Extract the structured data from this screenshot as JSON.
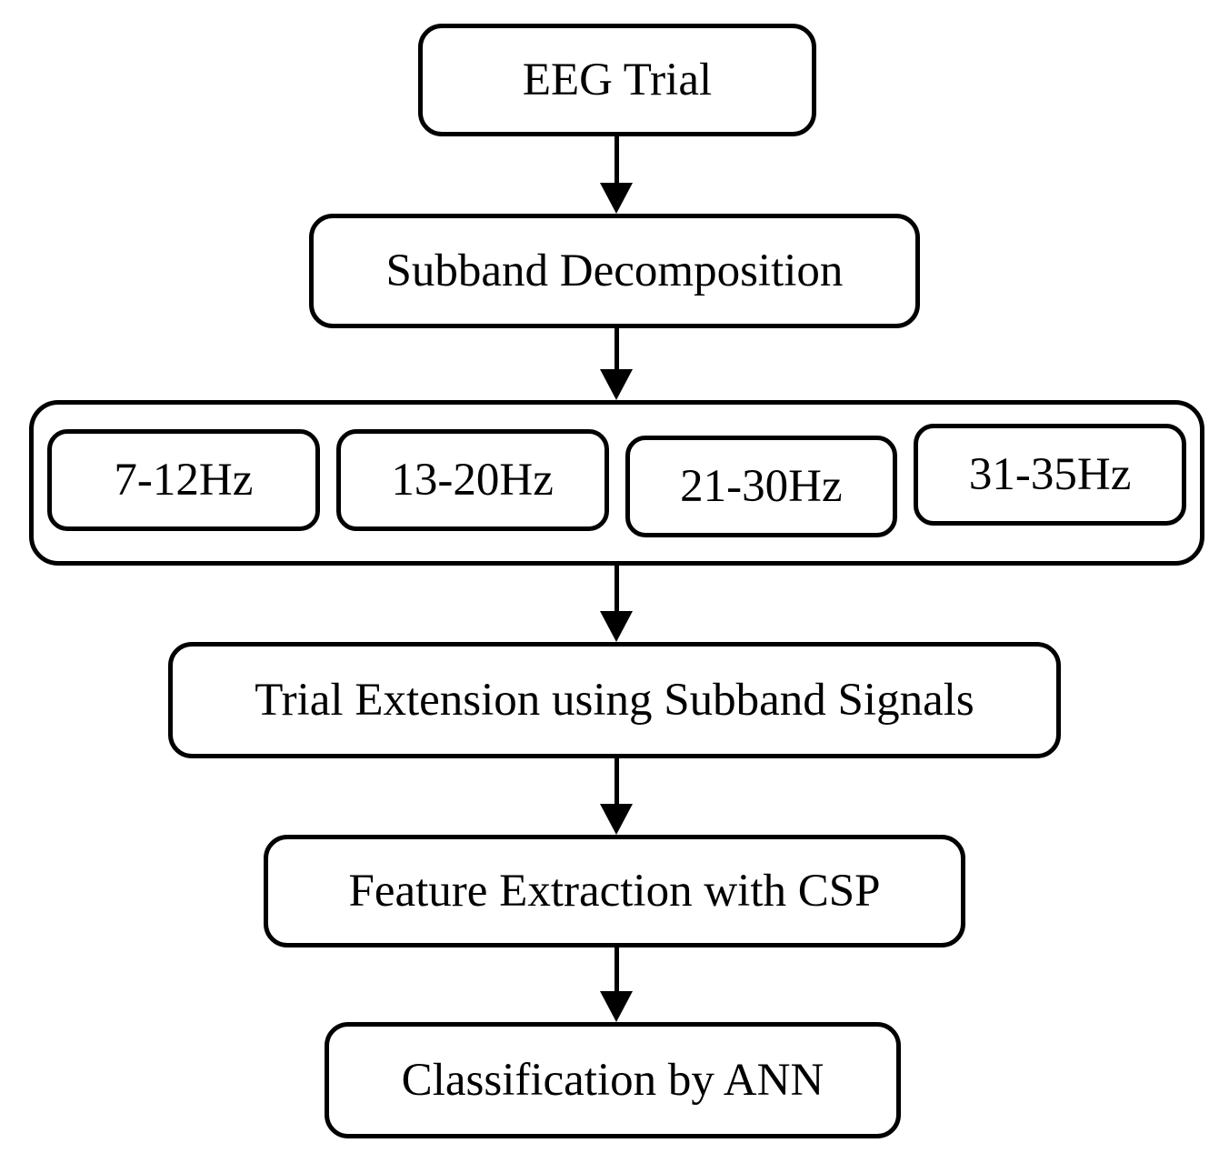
{
  "diagram": {
    "colors": {
      "border": "#000000",
      "fill": "#ffffff",
      "text": "#000000",
      "arrow": "#000000"
    },
    "nodes": {
      "eeg_trial": {
        "label": "EEG Trial"
      },
      "subband_decomposition": {
        "label": "Subband Decomposition"
      },
      "subbands": [
        {
          "label": "7-12Hz"
        },
        {
          "label": "13-20Hz"
        },
        {
          "label": "21-30Hz"
        },
        {
          "label": "31-35Hz"
        }
      ],
      "trial_extension": {
        "label": "Trial Extension using Subband Signals"
      },
      "feature_extraction": {
        "label": "Feature Extraction with CSP"
      },
      "classification": {
        "label": "Classification by ANN"
      }
    }
  }
}
